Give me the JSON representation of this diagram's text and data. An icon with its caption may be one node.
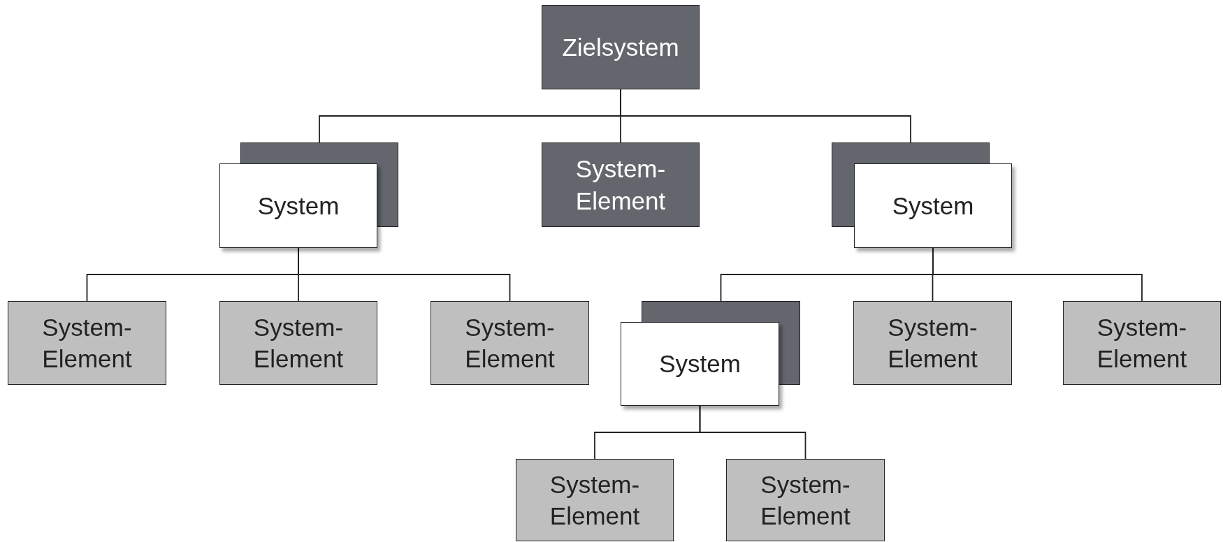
{
  "diagram": {
    "nodes": [
      {
        "text": [
          "Zielsystem"
        ]
      },
      {
        "text": [
          "System"
        ]
      },
      {
        "text": [
          "System-Element"
        ]
      },
      {
        "text": [
          "System"
        ]
      },
      {
        "text": [
          "System-Element"
        ]
      },
      {
        "text": [
          "System-Element"
        ]
      },
      {
        "text": [
          "System-Element"
        ]
      },
      {
        "text": [
          "System"
        ]
      },
      {
        "text": [
          "System-Element"
        ]
      },
      {
        "text": [
          "System-Element"
        ]
      },
      {
        "text": [
          "System-Element"
        ]
      },
      {
        "text": [
          "System-Element"
        ]
      }
    ],
    "edges": [
      {
        "from": 0,
        "to": 1,
        "arrow": "none"
      },
      {
        "from": 0,
        "to": 2,
        "arrow": "none"
      },
      {
        "from": 0,
        "to": 3,
        "arrow": "none"
      },
      {
        "from": 1,
        "to": 4,
        "arrow": "none"
      },
      {
        "from": 1,
        "to": 5,
        "arrow": "none"
      },
      {
        "from": 1,
        "to": 6,
        "arrow": "none"
      },
      {
        "from": 3,
        "to": 7,
        "arrow": "none"
      },
      {
        "from": 3,
        "to": 8,
        "arrow": "none"
      },
      {
        "from": 3,
        "to": 9,
        "arrow": "none"
      },
      {
        "from": 7,
        "to": 10,
        "arrow": "none"
      },
      {
        "from": 7,
        "to": 11,
        "arrow": "none"
      }
    ]
  }
}
